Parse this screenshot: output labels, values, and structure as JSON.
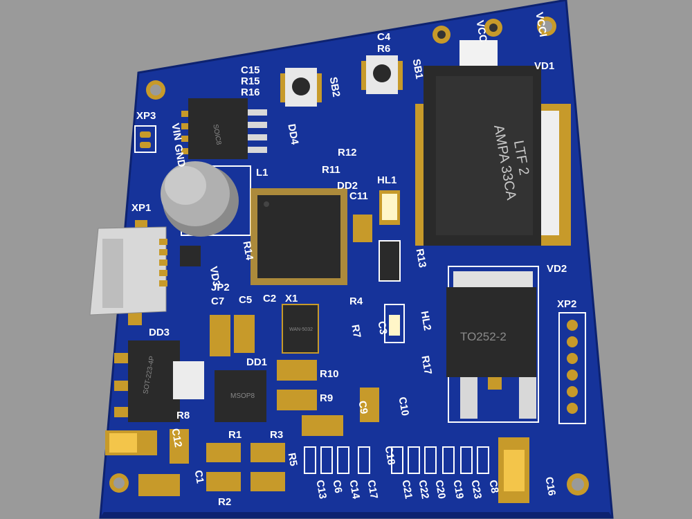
{
  "colors": {
    "background": "#9a9a9a",
    "board": "#16339a",
    "board_edge": "#0d2270",
    "silkscreen": "#ffffff",
    "pad": "#c79a2a",
    "ic_body": "#2a2a2a",
    "usb_metal": "#d8d8d8",
    "led": "#ffee88",
    "inductor": "#b0b0b0"
  },
  "board": {
    "labels": {
      "xp3": "XP3",
      "vin": "VIN",
      "gnd": "GND",
      "xp1": "XP1",
      "xp2": "XP2",
      "vcc": "VCC",
      "vcci": "VCCI",
      "sb1": "SB1",
      "sb2": "SB2",
      "dd2": "DD2",
      "dd3": "DD3",
      "dd4": "DD4",
      "dd1": "DD1",
      "vd1": "VD1",
      "vd2": "VD2",
      "vd3": "VD3",
      "hl1": "HL1",
      "hl2": "HL2",
      "l1": "L1",
      "x1": "X1",
      "jp2": "JP2",
      "c15": "C15",
      "r15": "R15",
      "r16": "R16",
      "c4": "C4",
      "r6": "R6",
      "r12": "R12",
      "r11": "R11",
      "c11": "C11",
      "r13": "R13",
      "r14": "R14",
      "c7": "C7",
      "c5": "C5",
      "c2": "C2",
      "r4": "R4",
      "r7": "R7",
      "c3": "C3",
      "r17": "R17",
      "r10": "R10",
      "r9": "R9",
      "c9": "C9",
      "c10": "C10",
      "r8": "R8",
      "c12": "C12",
      "c1": "C1",
      "r1": "R1",
      "r2": "R2",
      "r3": "R3",
      "r5": "R5",
      "c13": "C13",
      "c6": "C6",
      "c14": "C14",
      "c17": "C17",
      "c18": "C18",
      "c21": "C21",
      "c22": "C22",
      "c20": "C20",
      "c19": "C19",
      "c23": "C23",
      "c8": "C8",
      "c16": "C16"
    },
    "component_marks": {
      "dd4_package": "SOIC8",
      "vd1_text_1": "LTF 2",
      "vd1_text_2": "AMPA 33CA",
      "vd2_package": "TO252-2",
      "dd3_package": "SOT-223-4P",
      "dd1_package": "MSOP8",
      "x1_package": "WAN-5032"
    }
  }
}
